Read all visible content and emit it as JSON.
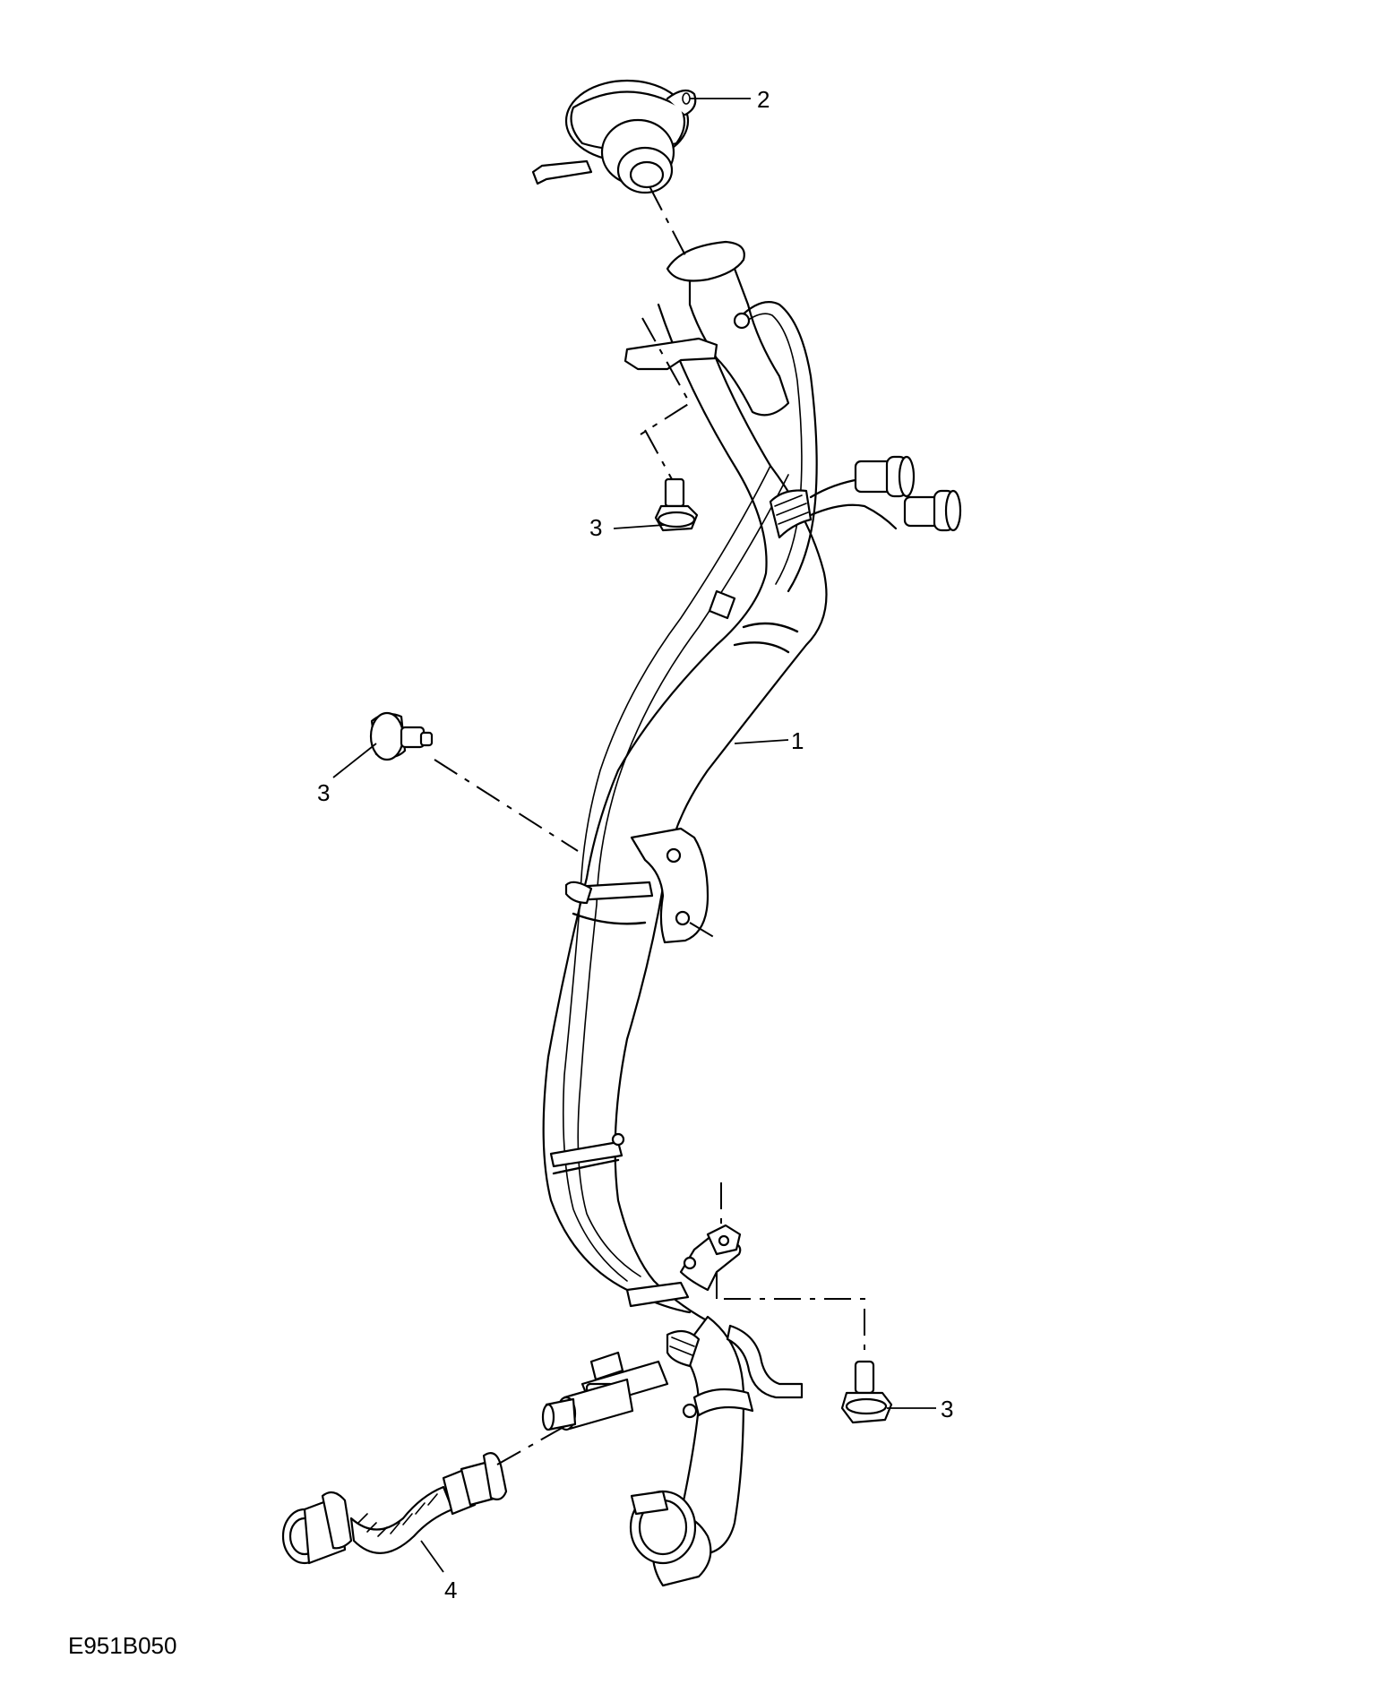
{
  "figure": {
    "reference_code": "E951B050"
  },
  "callouts": [
    {
      "id": "callout-1",
      "label": "1"
    },
    {
      "id": "callout-2",
      "label": "2"
    },
    {
      "id": "callout-3a",
      "label": "3"
    },
    {
      "id": "callout-3b",
      "label": "3"
    },
    {
      "id": "callout-3c",
      "label": "3"
    },
    {
      "id": "callout-4",
      "label": "4"
    }
  ],
  "colors": {
    "line": "#000000",
    "background": "#ffffff"
  }
}
